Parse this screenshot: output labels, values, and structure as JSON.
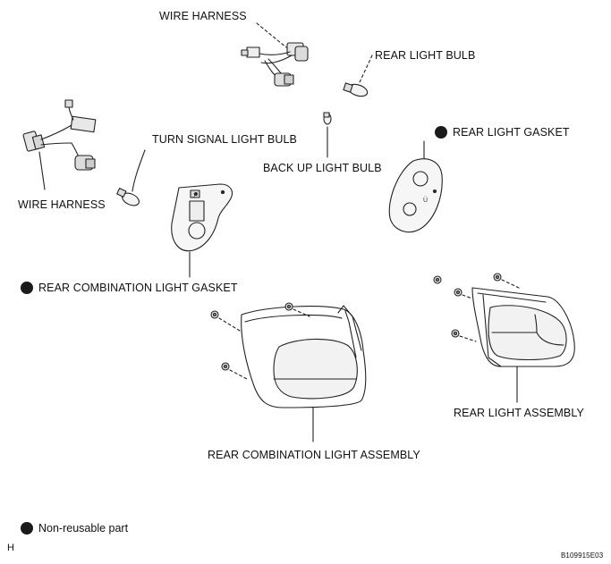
{
  "labels": {
    "wire_harness_top": "WIRE HARNESS",
    "rear_light_bulb": "REAR LIGHT BULB",
    "turn_signal_light_bulb": "TURN SIGNAL LIGHT BULB",
    "rear_light_gasket": "REAR LIGHT GASKET",
    "back_up_light_bulb": "BACK UP LIGHT BULB",
    "wire_harness_left": "WIRE HARNESS",
    "rear_combination_light_gasket": "REAR COMBINATION LIGHT GASKET",
    "rear_light_assembly": "REAR LIGHT ASSEMBLY",
    "rear_combination_light_assembly": "REAR COMBINATION LIGHT ASSEMBLY"
  },
  "legend": {
    "non_reusable": "Non-reusable part"
  },
  "footer": {
    "corner_letter": "H",
    "figure_code": "B109915E03"
  }
}
